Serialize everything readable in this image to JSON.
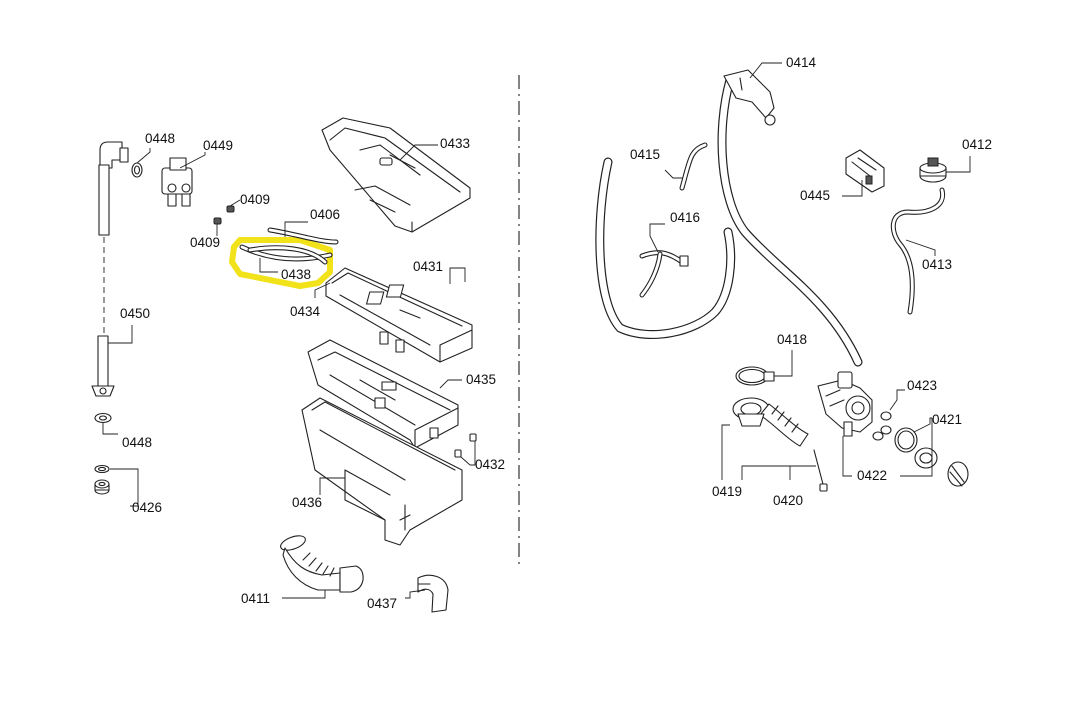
{
  "diagram": {
    "highlight_color": "#f2e21a",
    "highlighted_part": "0438",
    "parts": {
      "p0448a": "0448",
      "p0449": "0449",
      "p0409a": "0409",
      "p0409b": "0409",
      "p0406": "0406",
      "p0438": "0438",
      "p0433": "0433",
      "p0434": "0434",
      "p0431": "0431",
      "p0450": "0450",
      "p0435": "0435",
      "p0448b": "0448",
      "p0432": "0432",
      "p0426": "0426",
      "p0436": "0436",
      "p0411": "0411",
      "p0437": "0437",
      "p0414": "0414",
      "p0415": "0415",
      "p0412": "0412",
      "p0416": "0416",
      "p0445": "0445",
      "p0413": "0413",
      "p0418": "0418",
      "p0423": "0423",
      "p0421": "0421",
      "p0422": "0422",
      "p0419": "0419",
      "p0420": "0420"
    }
  }
}
